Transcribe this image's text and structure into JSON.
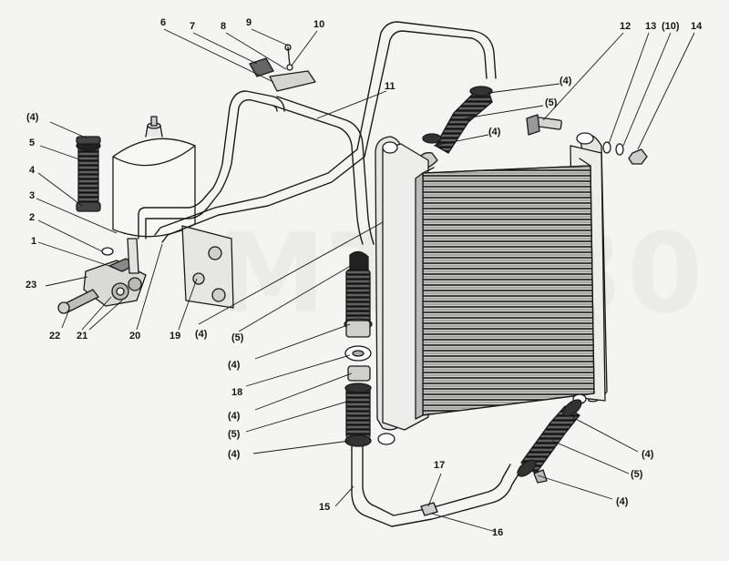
{
  "watermark": "МТЗ-80",
  "callouts": [
    {
      "id": "c1",
      "text": "(4)"
    },
    {
      "id": "c2",
      "text": "5"
    },
    {
      "id": "c3",
      "text": "4"
    },
    {
      "id": "c4",
      "text": "3"
    },
    {
      "id": "c5",
      "text": "2"
    },
    {
      "id": "c6",
      "text": "1"
    },
    {
      "id": "c7",
      "text": "23"
    },
    {
      "id": "c8",
      "text": "22"
    },
    {
      "id": "c9",
      "text": "21"
    },
    {
      "id": "c10",
      "text": "20"
    },
    {
      "id": "c11",
      "text": "19"
    },
    {
      "id": "c12",
      "text": "6"
    },
    {
      "id": "c13",
      "text": "7"
    },
    {
      "id": "c14",
      "text": "8"
    },
    {
      "id": "c15",
      "text": "9"
    },
    {
      "id": "c16",
      "text": "10"
    },
    {
      "id": "c17",
      "text": "11"
    },
    {
      "id": "c18",
      "text": "(4)"
    },
    {
      "id": "c19",
      "text": "(5)"
    },
    {
      "id": "c20",
      "text": "(4)"
    },
    {
      "id": "c21",
      "text": "12"
    },
    {
      "id": "c22",
      "text": "13"
    },
    {
      "id": "c23",
      "text": "(10)"
    },
    {
      "id": "c24",
      "text": "14"
    },
    {
      "id": "c25",
      "text": "(4)"
    },
    {
      "id": "c26",
      "text": "(5)"
    },
    {
      "id": "c27",
      "text": "(4)"
    },
    {
      "id": "c28",
      "text": "18"
    },
    {
      "id": "c29",
      "text": "(4)"
    },
    {
      "id": "c30",
      "text": "(5)"
    },
    {
      "id": "c31",
      "text": "(4)"
    },
    {
      "id": "c32",
      "text": "15"
    },
    {
      "id": "c33",
      "text": "17"
    },
    {
      "id": "c34",
      "text": "16"
    },
    {
      "id": "c35",
      "text": "(4)"
    },
    {
      "id": "c36",
      "text": "(5)"
    },
    {
      "id": "c37",
      "text": "(4)"
    }
  ]
}
